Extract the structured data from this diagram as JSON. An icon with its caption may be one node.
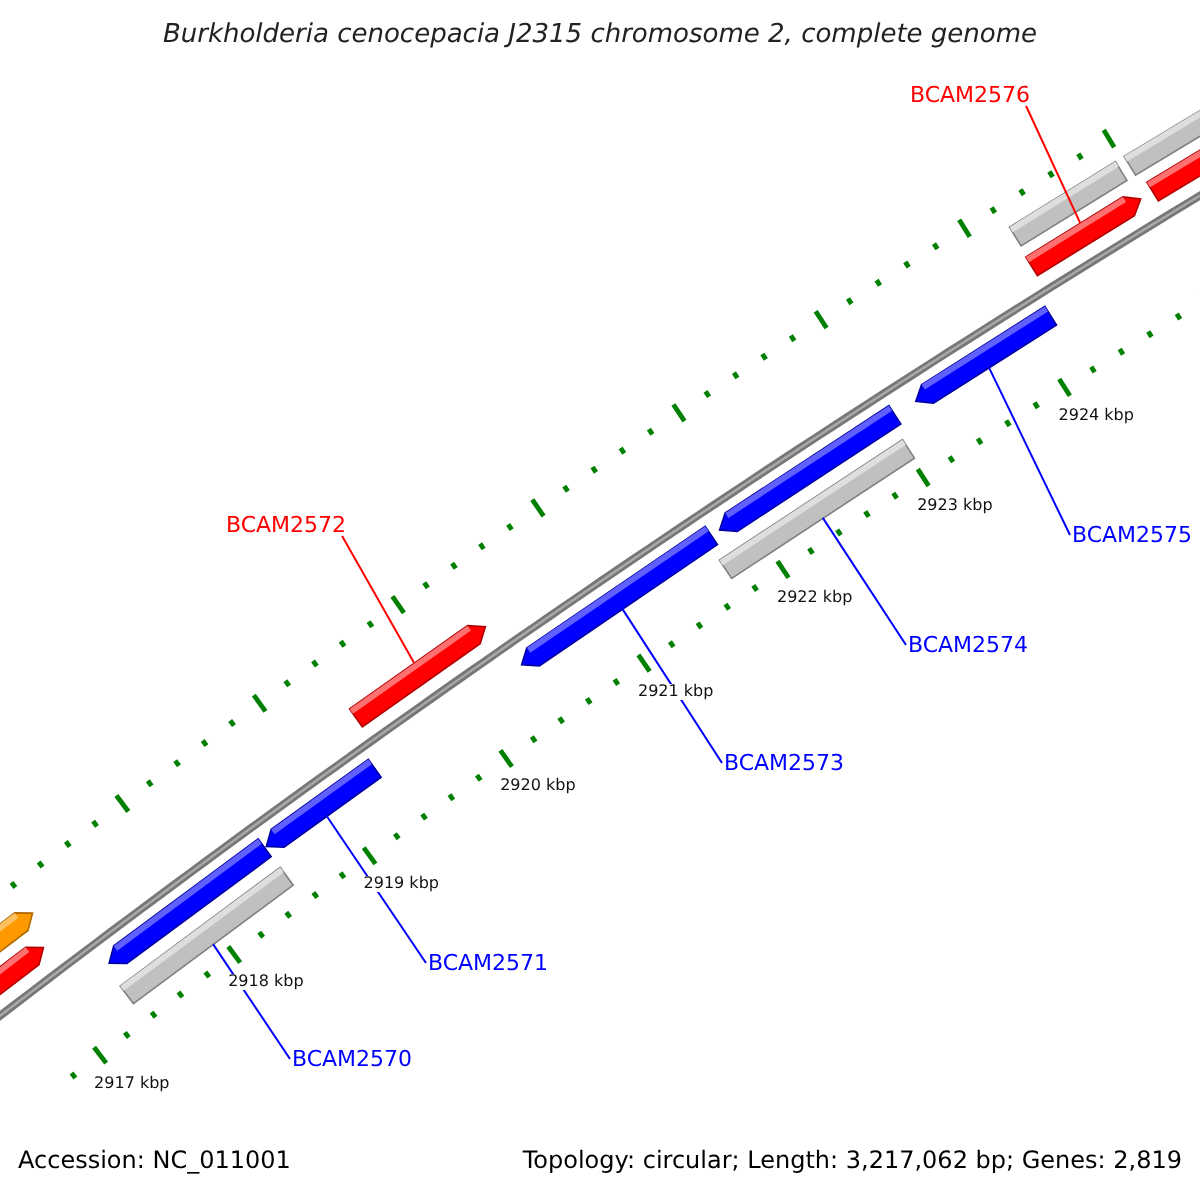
{
  "diagram": {
    "title": "Burkholderia cenocepacia J2315 chromosome 2, complete genome",
    "nodes": [
      {
        "text": [
          "BCAM2570"
        ]
      },
      {
        "text": [
          "BCAM2571"
        ]
      },
      {
        "text": [
          "BCAM2572"
        ]
      },
      {
        "text": [
          "BCAM2573"
        ]
      },
      {
        "text": [
          "BCAM2574"
        ]
      },
      {
        "text": [
          "BCAM2575"
        ]
      },
      {
        "text": [
          "BCAM2576"
        ]
      },
      {
        "text": [],
        "shape": "bar"
      },
      {
        "text": [],
        "shape": "bar"
      },
      {
        "text": [],
        "shape": "bar"
      },
      {
        "text": [],
        "shape": "bar"
      },
      {
        "text": [],
        "shape": "bar"
      },
      {
        "text": [],
        "shape": "bar"
      },
      {
        "text": [],
        "shape": "bar"
      },
      {
        "text": [],
        "shape": "bar"
      },
      {
        "text": [],
        "shape": "bar"
      },
      {
        "text": [],
        "shape": "bar"
      },
      {
        "text": [],
        "shape": "bar"
      },
      {
        "text": [],
        "shape": "bar"
      },
      {
        "text": [],
        "shape": "bar"
      },
      {
        "text": [],
        "shape": "bar"
      }
    ],
    "edges": [
      {
        "from": 0,
        "to": 10,
        "arrow": "none"
      },
      {
        "from": 1,
        "to": 11,
        "arrow": "none"
      },
      {
        "from": 2,
        "to": 12,
        "arrow": "none",
        "color": "#ff0000"
      },
      {
        "from": 3,
        "to": 13,
        "arrow": "none"
      },
      {
        "from": 4,
        "to": 14,
        "arrow": "none"
      },
      {
        "from": 5,
        "to": 16,
        "arrow": "none"
      },
      {
        "from": 6,
        "to": 18,
        "arrow": "none",
        "color": "#ff0000"
      }
    ],
    "labels": [
      "2917 kbp",
      "2918 kbp",
      "2919 kbp",
      "2920 kbp",
      "2921 kbp",
      "2922 kbp",
      "2923 kbp",
      "2924 kbp",
      "Accession: NC_011001",
      "Topology: circular; Length: 3,217,062 bp; Genes: 2,819"
    ]
  }
}
